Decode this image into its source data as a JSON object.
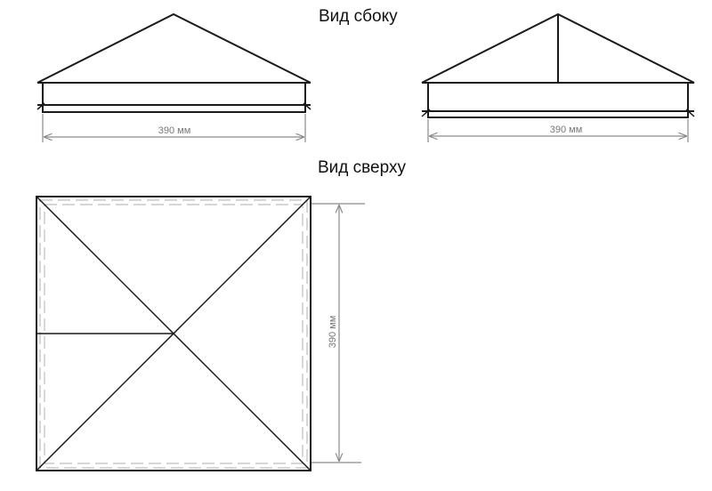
{
  "titles": {
    "side_view": "Вид сбоку",
    "top_view": "Вид сверху"
  },
  "dimensions": {
    "side_left_width": "390 мм",
    "side_right_width": "390 мм",
    "top_height": "390 мм"
  },
  "colors": {
    "outline": "#1a1a1a",
    "dimension": "#8a8a8a",
    "hidden_line": "#c8c8c8",
    "text": "#111111",
    "background": "#ffffff"
  }
}
